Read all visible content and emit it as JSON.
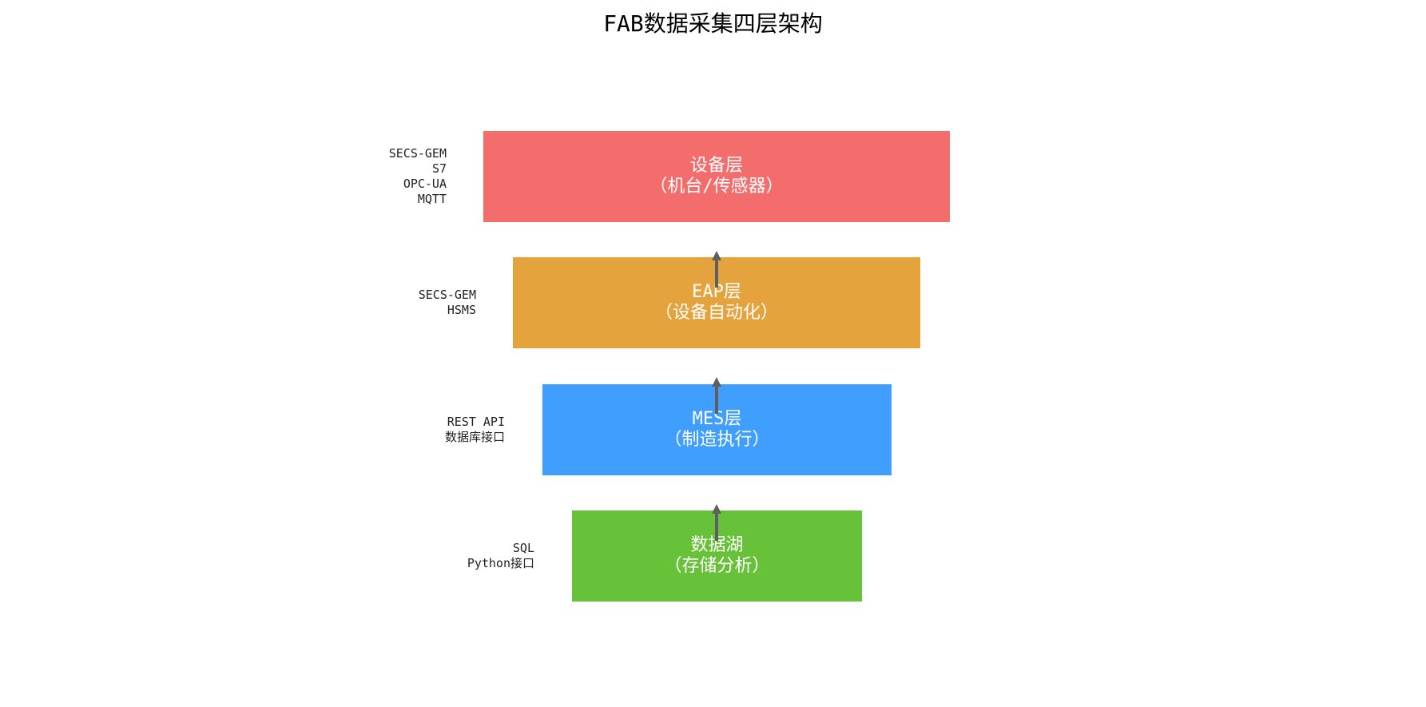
{
  "title": "FAB数据采集四层架构",
  "colors": {
    "device": "#f46d6d",
    "eap": "#e4a33c",
    "mes": "#409efe",
    "lake": "#67c23a",
    "arrow": "#5f5f5f"
  },
  "layers": [
    {
      "name": "设备层",
      "subtitle": "（机台/传感器）",
      "protocols": [
        "SECS-GEM",
        "S7",
        "OPC-UA",
        "MQTT"
      ]
    },
    {
      "name": "EAP层",
      "subtitle": "（设备自动化）",
      "protocols": [
        "SECS-GEM",
        "HSMS"
      ]
    },
    {
      "name": "MES层",
      "subtitle": "（制造执行）",
      "protocols": [
        "REST API",
        "数据库接口"
      ]
    },
    {
      "name": "数据湖",
      "subtitle": "（存储分析）",
      "protocols": [
        "SQL",
        "Python接口"
      ]
    }
  ]
}
